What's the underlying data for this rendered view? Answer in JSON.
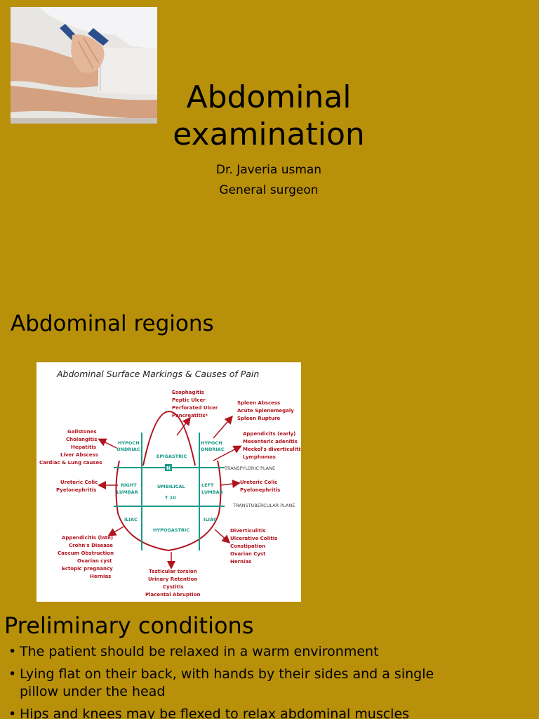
{
  "slide1": {
    "title": "Abdominal examination",
    "subtitle_line1": "Dr. Javeria usman",
    "subtitle_line2": "General surgeon"
  },
  "slide2": {
    "heading": "Abdominal regions",
    "diagram": {
      "title": "Abdominal Surface Markings & Causes of Pain",
      "regions": {
        "right_hypochondriac": [
          "HYPOCH",
          "ONDRIAC"
        ],
        "epigastric": "EPIGASTRIC",
        "left_hypochondriac": [
          "HYPOCH",
          "ONDRIAC"
        ],
        "right_lumbar": [
          "RIGHT",
          "LUMBAR"
        ],
        "umbilical": "UMBILICAL",
        "t10": "T 10",
        "left_lumbar": [
          "LEFT",
          "LUMBAR"
        ],
        "right_iliac": "ILIAC",
        "hypogastric": "HYPOGASTRIC",
        "left_iliac": "ILIAC",
        "n_marker": "N"
      },
      "planes": {
        "transpyloric": "TRANSPYLORIC PLANE",
        "transtubercular": "TRANSTUBERCULAR PLANE"
      },
      "causes": {
        "epigastric": [
          "Esophagitis",
          "Peptic Ulcer",
          "Perforated Ulcer",
          "Pancreatitis*"
        ],
        "left_upper": [
          "Spleen Abscess",
          "Acute Splenomegaly",
          "Spleen Rupture"
        ],
        "right_upper": [
          "Gallstones",
          "Cholangitis",
          "Hepatitis",
          "Liver Abscess",
          "Cardiac & Lung causes"
        ],
        "umbilical_right": [
          "Appendicits (early)",
          "Mesenteric adenitis",
          "Meckel's diverticulitis",
          "Lymphomas"
        ],
        "right_lumbar": [
          "Ureteric Colic",
          "Pyelonephritis"
        ],
        "left_lumbar": [
          "Ureteric Colic",
          "Pyelonephritis"
        ],
        "right_iliac": [
          "Appendicitis (late)",
          "Crohn's Disease",
          "Caecum Obstruction",
          "Ovarian cyst",
          "Ectopic pregnancy",
          "Hernias"
        ],
        "left_iliac": [
          "Diverticulitis",
          "Ulcerative Colitis",
          "Constipation",
          "Ovarian Cyst",
          "Hernias"
        ],
        "hypogastric": [
          "Testicular torsion",
          "Urinary Retention",
          "Cystitis",
          "Placental Abruption"
        ]
      },
      "colors": {
        "grid": "#1a9a8a",
        "outline": "#b0141e",
        "text": "#b0141e",
        "label": "#1a9a8a"
      }
    }
  },
  "slide3": {
    "heading": "Preliminary conditions",
    "bullets": [
      "The patient should be relaxed in a warm environment",
      "Lying flat on their back, with hands by their sides and a single pillow under the head",
      "Hips and knees may be flexed to relax abdominal muscles"
    ]
  },
  "colors": {
    "background": "#b8900a",
    "text": "#000000"
  }
}
